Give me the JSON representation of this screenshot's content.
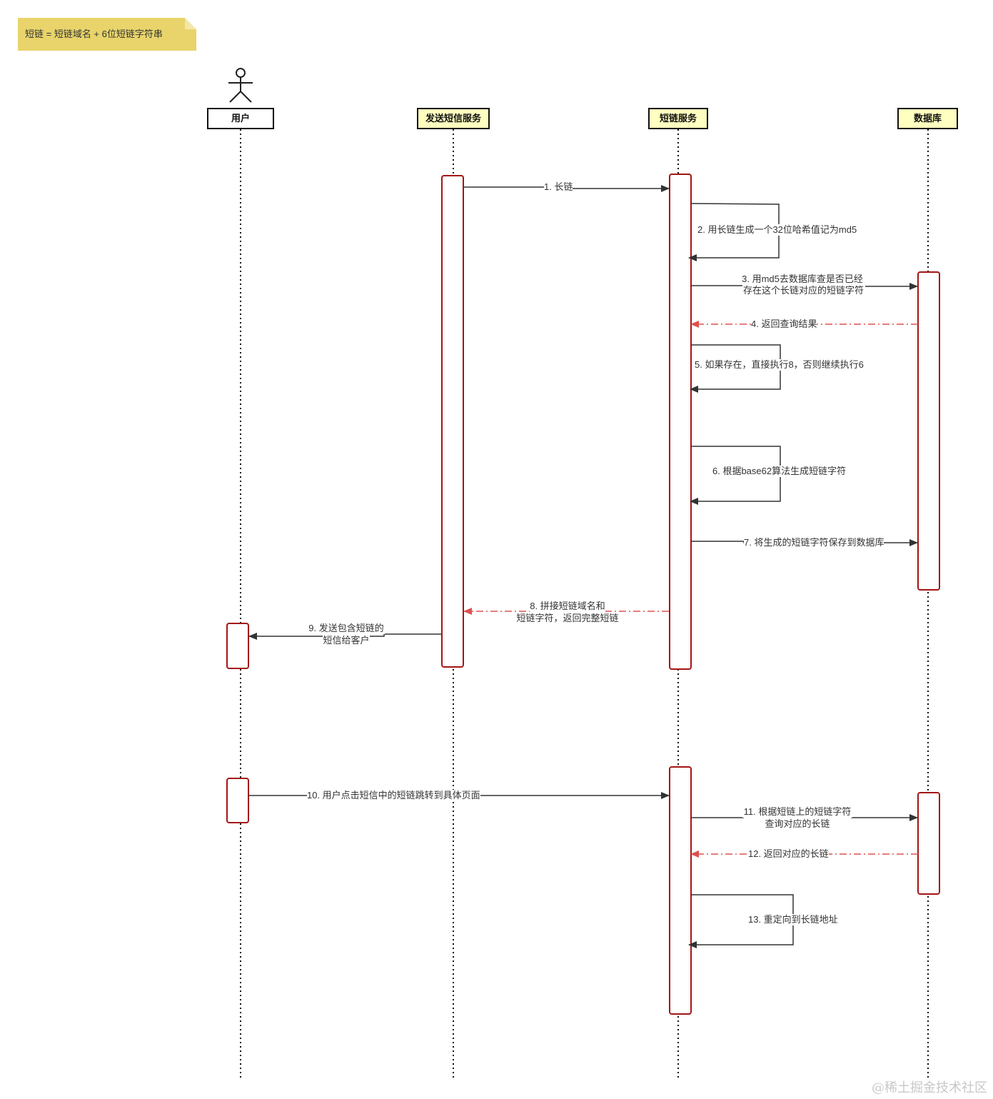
{
  "note": {
    "text": "短链 = 短链域名 + 6位短链字符串"
  },
  "participants": {
    "user": "用户",
    "sms_service": "发送短信服务",
    "short_link_service": "短链服务",
    "database": "数据库"
  },
  "messages": {
    "m1": "1. 长链",
    "m2": "2. 用长链生成一个32位哈希值记为md5",
    "m3_line1": "3. 用md5去数据库查是否已经",
    "m3_line2": "存在这个长链对应的短链字符",
    "m4": "4. 返回查询结果",
    "m5": "5. 如果存在，直接执行8，否则继续执行6",
    "m6": "6. 根据base62算法生成短链字符",
    "m7": "7. 将生成的短链字符保存到数据库",
    "m8_line1": "8. 拼接短链域名和",
    "m8_line2": "短链字符，返回完整短链",
    "m9_line1": "9. 发送包含短链的",
    "m9_line2": "短信给客户",
    "m10": "10. 用户点击短信中的短链跳转到具体页面",
    "m11_line1": "11. 根据短链上的短链字符",
    "m11_line2": "查询对应的长链",
    "m12": "12. 返回对应的长链",
    "m13": "13. 重定向到长链地址"
  },
  "colors": {
    "activation_border": "#a31515",
    "return_arrow": "#e05050",
    "call_arrow": "#333333",
    "note_bg": "#e8d46a",
    "participant_bg": "#ffffc0"
  },
  "watermark": "@稀土掘金技术社区"
}
